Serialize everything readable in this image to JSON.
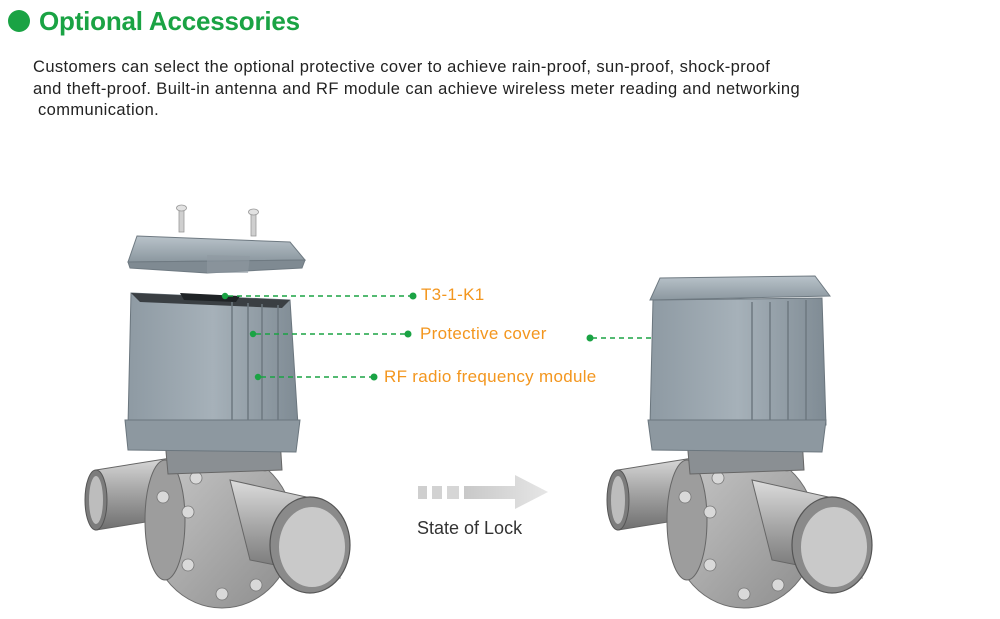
{
  "heading": {
    "title": "Optional Accessories",
    "accent": "#1aa344"
  },
  "description": {
    "line1": "Customers can select the optional protective cover to achieve rain-proof, sun-proof, shock-proof",
    "line2": "and theft-proof. Built-in antenna and RF module can achieve wireless meter reading and networking",
    "line3": "communication."
  },
  "callouts": {
    "antenna": "T3-1-K1",
    "cover": "Protective cover",
    "rf_module": "RF radio frequency module",
    "color": "#f3961e",
    "leader_color": "#1aa344"
  },
  "transition": {
    "label": "State of Lock"
  }
}
